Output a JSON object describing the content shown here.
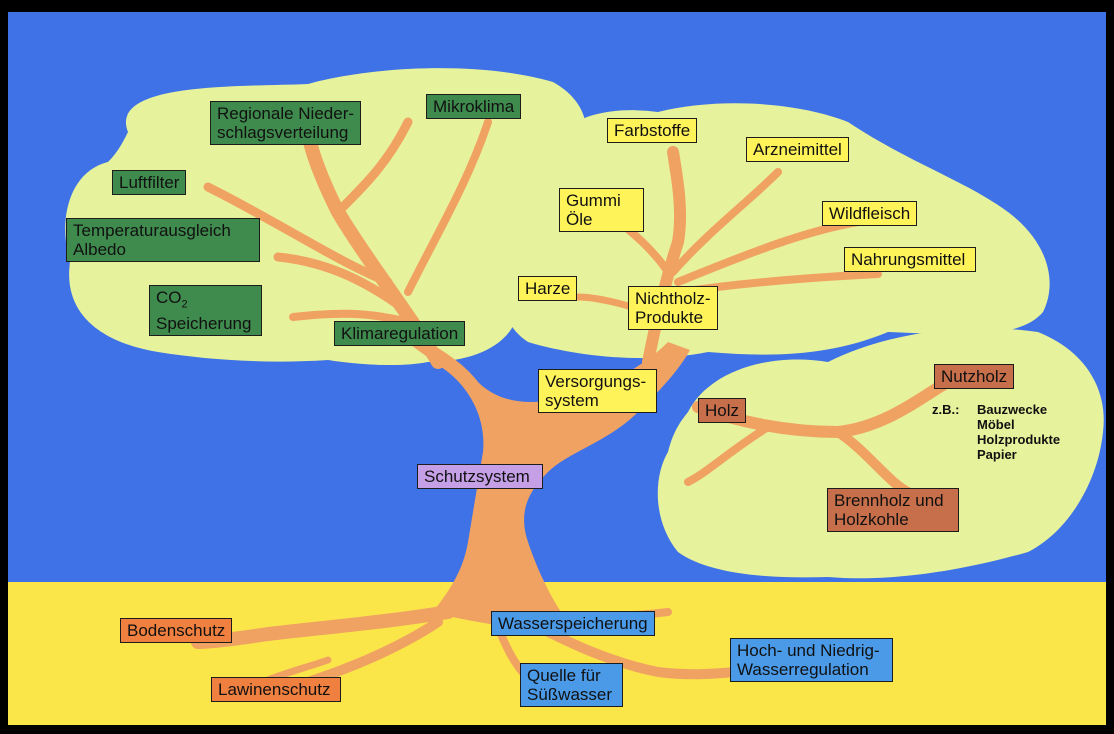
{
  "colors": {
    "sky": "#3f72e6",
    "ground": "#fbe64a",
    "canopy": "#e7f29c",
    "trunk": "#f0a262",
    "ecological_function": "#3f8a4d",
    "supply_non_wood": "#fff35a",
    "wood": "#c66f4a",
    "soil_protection": "#f08040",
    "water": "#4a9ae8",
    "protection": "#c6a0e6"
  },
  "labels": {
    "regionale": [
      "Regionale Nieder-",
      "schlagsverteilung"
    ],
    "mikroklima": "Mikroklima",
    "luftfilter": "Luftfilter",
    "temperatur": [
      "Temperaturausgleich",
      "Albedo"
    ],
    "co2_prefix": "CO",
    "co2_sub": "2",
    "co2_line2": "Speicherung",
    "klimaregulation": "Klimaregulation",
    "farbstoffe": "Farbstoffe",
    "arzneimittel": "Arzneimittel",
    "gummi": [
      "Gummi",
      "Öle"
    ],
    "wildfleisch": "Wildfleisch",
    "nahrungsmittel": "Nahrungsmittel",
    "harze": "Harze",
    "nichtholz": [
      "Nichtholz-",
      "Produkte"
    ],
    "versorgung": [
      "Versorgungs-",
      "system"
    ],
    "holz": "Holz",
    "nutzholz": "Nutzholz",
    "nutzholz_note_prefix": "z.B.:",
    "nutzholz_note": [
      "Bauzwecke",
      "Möbel",
      "Holzprodukte",
      "Papier"
    ],
    "brennholz": [
      "Brennholz und",
      "Holzkohle"
    ],
    "schutzsystem": "Schutzsystem",
    "bodenschutz": "Bodenschutz",
    "wasserspeicherung": "Wasserspeicherung",
    "hochwasser": [
      "Hoch- und Niedrig-",
      "Wasserregulation"
    ],
    "lawinenschutz": "Lawinenschutz",
    "quelle": [
      "Quelle für",
      "Süßwasser"
    ]
  }
}
